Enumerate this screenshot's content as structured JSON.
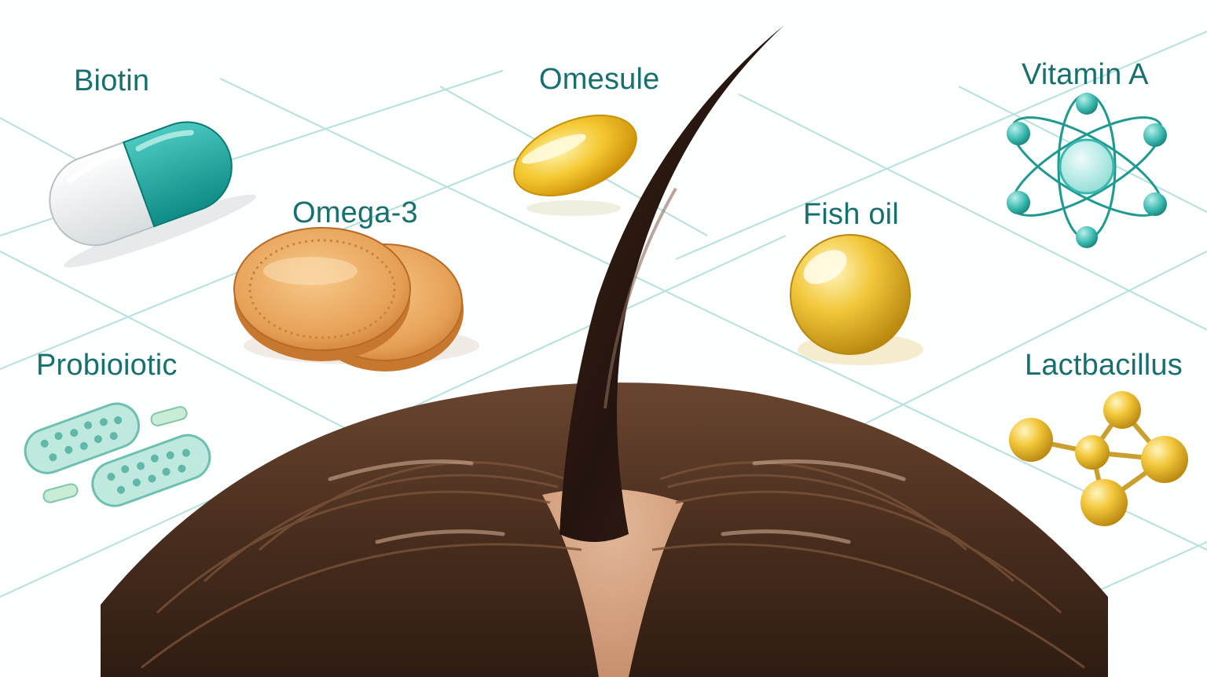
{
  "labels": {
    "biotin": "Biotin",
    "omesule": "Omesule",
    "vitamin_a": "Vitamin A",
    "omega_3": "Omega-3",
    "fish_oil": "Fish oil",
    "probiotic": "Probioiotic",
    "lactobacillus": "Lactbacillus"
  },
  "colors": {
    "label_text": "#17706f",
    "grid_line": "#a8dcd8",
    "teal": "#1aa8a0",
    "gold": "#e8b21a",
    "coin": "#e8a050",
    "hair_dark": "#4a3020",
    "hair_strand": "#2a1a14",
    "scalp": "#e8b090"
  },
  "icons": [
    "capsule-icon",
    "softgel-icon",
    "atom-icon",
    "coins-icon",
    "oil-drop-icon",
    "bacteria-icon",
    "molecule-icon",
    "hair-strand-icon",
    "scalp-icon"
  ]
}
